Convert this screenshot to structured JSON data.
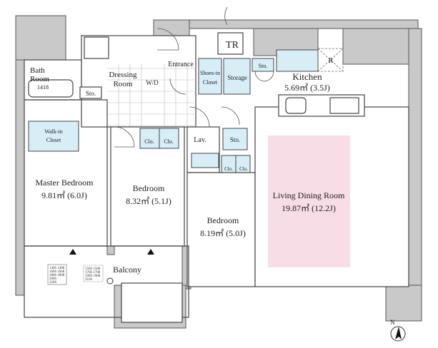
{
  "rooms": {
    "tr": "TR",
    "bath": {
      "name1": "Bath",
      "name2": "Room",
      "code": "1418"
    },
    "sto_bath": "Sto.",
    "dressing": {
      "name1": "Dressing",
      "name2": "Room"
    },
    "wd": "W/D",
    "entrance": "Entrance",
    "shoes": {
      "name1": "Shoes-in",
      "name2": "Closet"
    },
    "storage": "Storage",
    "sto_entry": "Sto.",
    "fridge": "R",
    "kitchen": {
      "name": "Kitchen",
      "area": "5.69㎡ (3.5J)"
    },
    "walkin": {
      "name1": "Walk-in",
      "name2": "Closet"
    },
    "master": {
      "name": "Master Bedroom",
      "area": "9.81㎡ (6.0J)"
    },
    "bedroom1": {
      "name": "Bedroom",
      "area": "8.32㎡ (5.1J)",
      "clo1": "Clo.",
      "clo2": "Clo."
    },
    "lav": "Lav.",
    "sto_lav": "Sto.",
    "clo_pair": {
      "clo1": "Clo.",
      "clo2": "Clo."
    },
    "bedroom2": {
      "name": "Bedroom",
      "area": "8.19㎡ (5.0J)"
    },
    "living": {
      "name": "Living Dining Room",
      "area": "19.87㎡ (12.2J)"
    },
    "balcony": "Balcony"
  },
  "unit_lists": {
    "left": [
      "1406 1408",
      "1606 1608",
      "1806 1808",
      "2006",
      "2206"
    ],
    "right": [
      "1506 1508",
      "1706 1708",
      "1906 1908",
      "2106"
    ]
  },
  "compass": "N",
  "colors": {
    "room_blue": "#d8eef7",
    "living_pink": "#f7dde6",
    "wall": "#c9c9c9"
  }
}
